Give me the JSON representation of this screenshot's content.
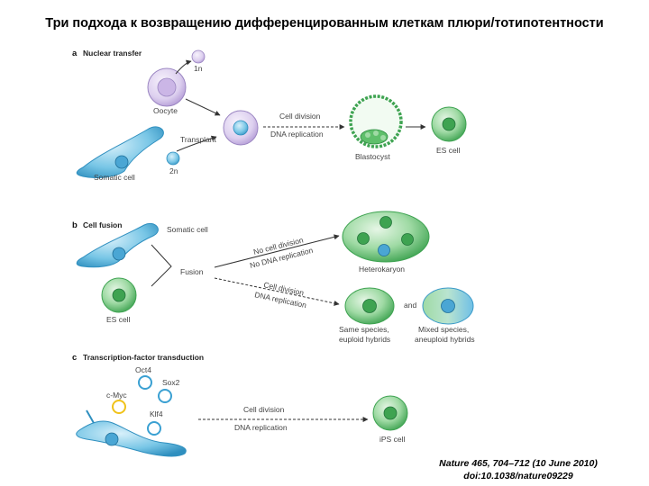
{
  "title": "Три подхода к возвращению дифференцированным клеткам плюри/тотипотентности",
  "panels": {
    "a": {
      "letter": "a",
      "title": "Nuclear transfer",
      "label_1n": "1n",
      "label_oocyte": "Oocyte",
      "label_transplant": "Transplant",
      "label_2n": "2n",
      "label_somatic": "Somatic cell",
      "label_cell_division": "Cell division",
      "label_dna_replication": "DNA replication",
      "label_blastocyst": "Blastocyst",
      "label_es_cell": "ES cell"
    },
    "b": {
      "letter": "b",
      "title": "Cell fusion",
      "label_somatic": "Somatic cell",
      "label_fusion": "Fusion",
      "label_es_cell": "ES cell",
      "label_no_cell_division": "No cell division",
      "label_no_dna_replication": "No DNA replication",
      "label_cell_division": "Cell division",
      "label_dna_replication": "DNA replication",
      "label_heterokaryon": "Heterokaryon",
      "label_and": "and",
      "label_same_species_1": "Same species,",
      "label_same_species_2": "euploid hybrids",
      "label_mixed_species_1": "Mixed species,",
      "label_mixed_species_2": "aneuploid hybrids"
    },
    "c": {
      "letter": "c",
      "title": "Transcription-factor transduction",
      "label_oct4": "Oct4",
      "label_sox2": "Sox2",
      "label_cmyc": "c-Myc",
      "label_klf4": "Klf4",
      "label_cell_division": "Cell division",
      "label_dna_replication": "DNA replication",
      "label_ips_cell": "iPS cell"
    }
  },
  "citation": {
    "line1": "Nature 465, 704–712 (10 June 2010)",
    "line2": "doi:10.1038/nature09229"
  },
  "colors": {
    "somatic_blue": "#5ab4dc",
    "es_green": "#6cc27a",
    "oocyte_lavender": "#d6c4ea",
    "arrow_gray": "#333333"
  }
}
